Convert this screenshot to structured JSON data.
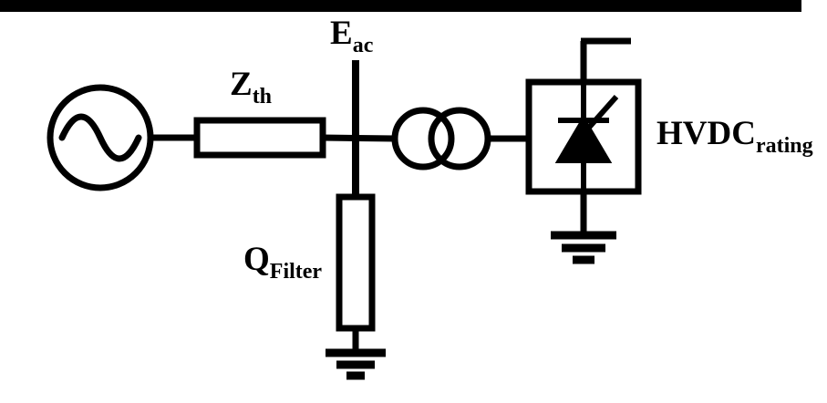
{
  "figure": {
    "type": "circuit-diagram",
    "description": "Single-line diagram: AC source with Thevenin impedance feeding an AC bus with shunt filter, transformer and HVDC converter valve",
    "stroke_color": "#000000",
    "background_color": "#ffffff"
  },
  "labels": {
    "e_ac": {
      "main": "E",
      "sub": "ac"
    },
    "z_th": {
      "main": "Z",
      "sub": "th"
    },
    "q_filter": {
      "main": "Q",
      "sub": "Filter"
    },
    "hvdc_rating": {
      "main": "HVDC",
      "sub": "rating"
    }
  },
  "components": {
    "source": "ac-voltage-source",
    "impedance": "thevenin-impedance",
    "bus": "ac-bus",
    "transformer": "converter-transformer",
    "converter": "hvdc-converter-valve",
    "filter": "shunt-reactive-filter",
    "ground": "earth-ground"
  }
}
